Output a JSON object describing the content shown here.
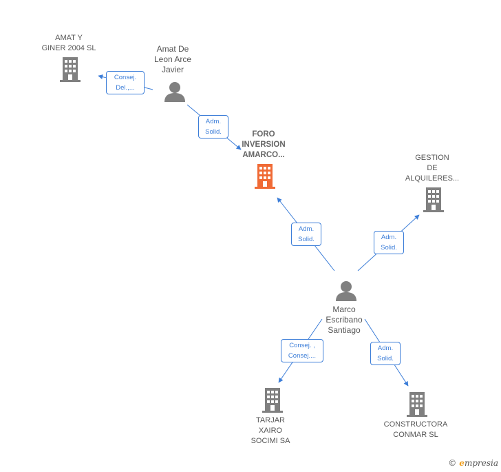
{
  "colors": {
    "edge": "#3b7dd8",
    "building": "#808080",
    "focus_building": "#f06a35",
    "person": "#808080",
    "label": "#555555"
  },
  "nodes": {
    "amat_giner": {
      "lines": [
        "AMAT Y",
        "GINER 2004  SL"
      ],
      "icon": "building-icon"
    },
    "amat_person": {
      "lines": [
        "Amat De",
        "Leon Arce",
        "Javier"
      ],
      "icon": "person-icon"
    },
    "foro": {
      "lines": [
        "FORO",
        "INVERSION",
        "AMARCO..."
      ],
      "icon": "building-icon"
    },
    "gestion": {
      "lines": [
        "GESTION",
        "DE",
        "ALQUILERES..."
      ],
      "icon": "building-icon"
    },
    "marco": {
      "lines": [
        "Marco",
        "Escribano",
        "Santiago"
      ],
      "icon": "person-icon"
    },
    "tarjar": {
      "lines": [
        "TARJAR",
        "XAIRO",
        "SOCIMI SA"
      ],
      "icon": "building-icon"
    },
    "constructora": {
      "lines": [
        "CONSTRUCTORA",
        "CONMAR  SL"
      ],
      "icon": "building-icon"
    }
  },
  "edges": {
    "e1": [
      "Consej.",
      "Del.,..."
    ],
    "e2": [
      "Adm.",
      "Solid."
    ],
    "e3": [
      "Adm.",
      "Solid."
    ],
    "e4": [
      "Adm.",
      "Solid."
    ],
    "e5": [
      "Consej. ,",
      "Consej...."
    ],
    "e6": [
      "Adm.",
      "Solid."
    ]
  },
  "brand": {
    "copyright": "©",
    "name_initial": "e",
    "name_rest": "mpresia"
  }
}
